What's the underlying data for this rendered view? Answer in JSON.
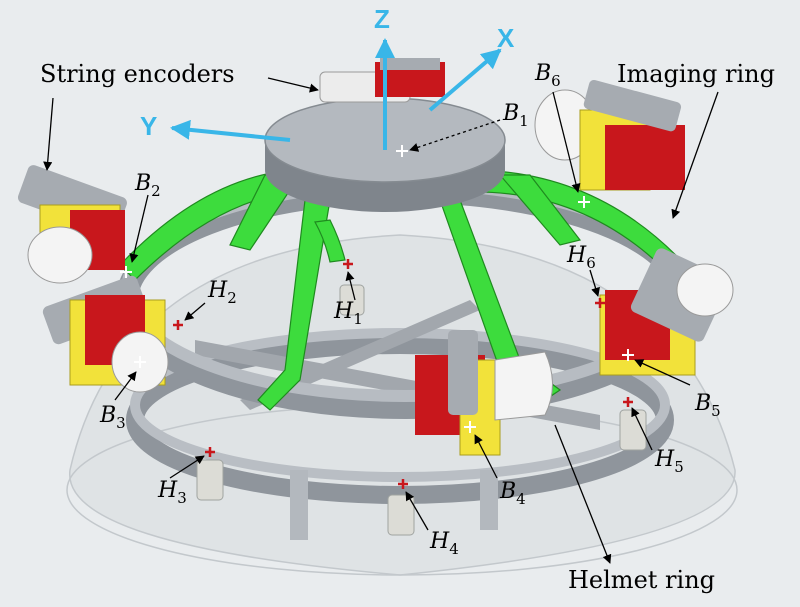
{
  "labels": {
    "string_encoders": "String encoders",
    "imaging_ring": "Imaging ring",
    "helmet_ring": "Helmet ring"
  },
  "axes": {
    "z": "Z",
    "x": "X",
    "y": "Y"
  },
  "points": {
    "b1": {
      "letter": "B",
      "index": "1"
    },
    "b2": {
      "letter": "B",
      "index": "2"
    },
    "b3": {
      "letter": "B",
      "index": "3"
    },
    "b4": {
      "letter": "B",
      "index": "4"
    },
    "b5": {
      "letter": "B",
      "index": "5"
    },
    "b6": {
      "letter": "B",
      "index": "6"
    },
    "h1": {
      "letter": "H",
      "index": "1"
    },
    "h2": {
      "letter": "H",
      "index": "2"
    },
    "h3": {
      "letter": "H",
      "index": "3"
    },
    "h4": {
      "letter": "H",
      "index": "4"
    },
    "h5": {
      "letter": "H",
      "index": "5"
    },
    "h6": {
      "letter": "H",
      "index": "6"
    }
  },
  "colors": {
    "axis": "#39b6e8",
    "frame": "#3ddc3d",
    "ring": "#a8adb4",
    "encoder_body": "#c8171c",
    "encoder_bracket": "#f2e23a",
    "encoder_drum": "#f4f4f4"
  }
}
